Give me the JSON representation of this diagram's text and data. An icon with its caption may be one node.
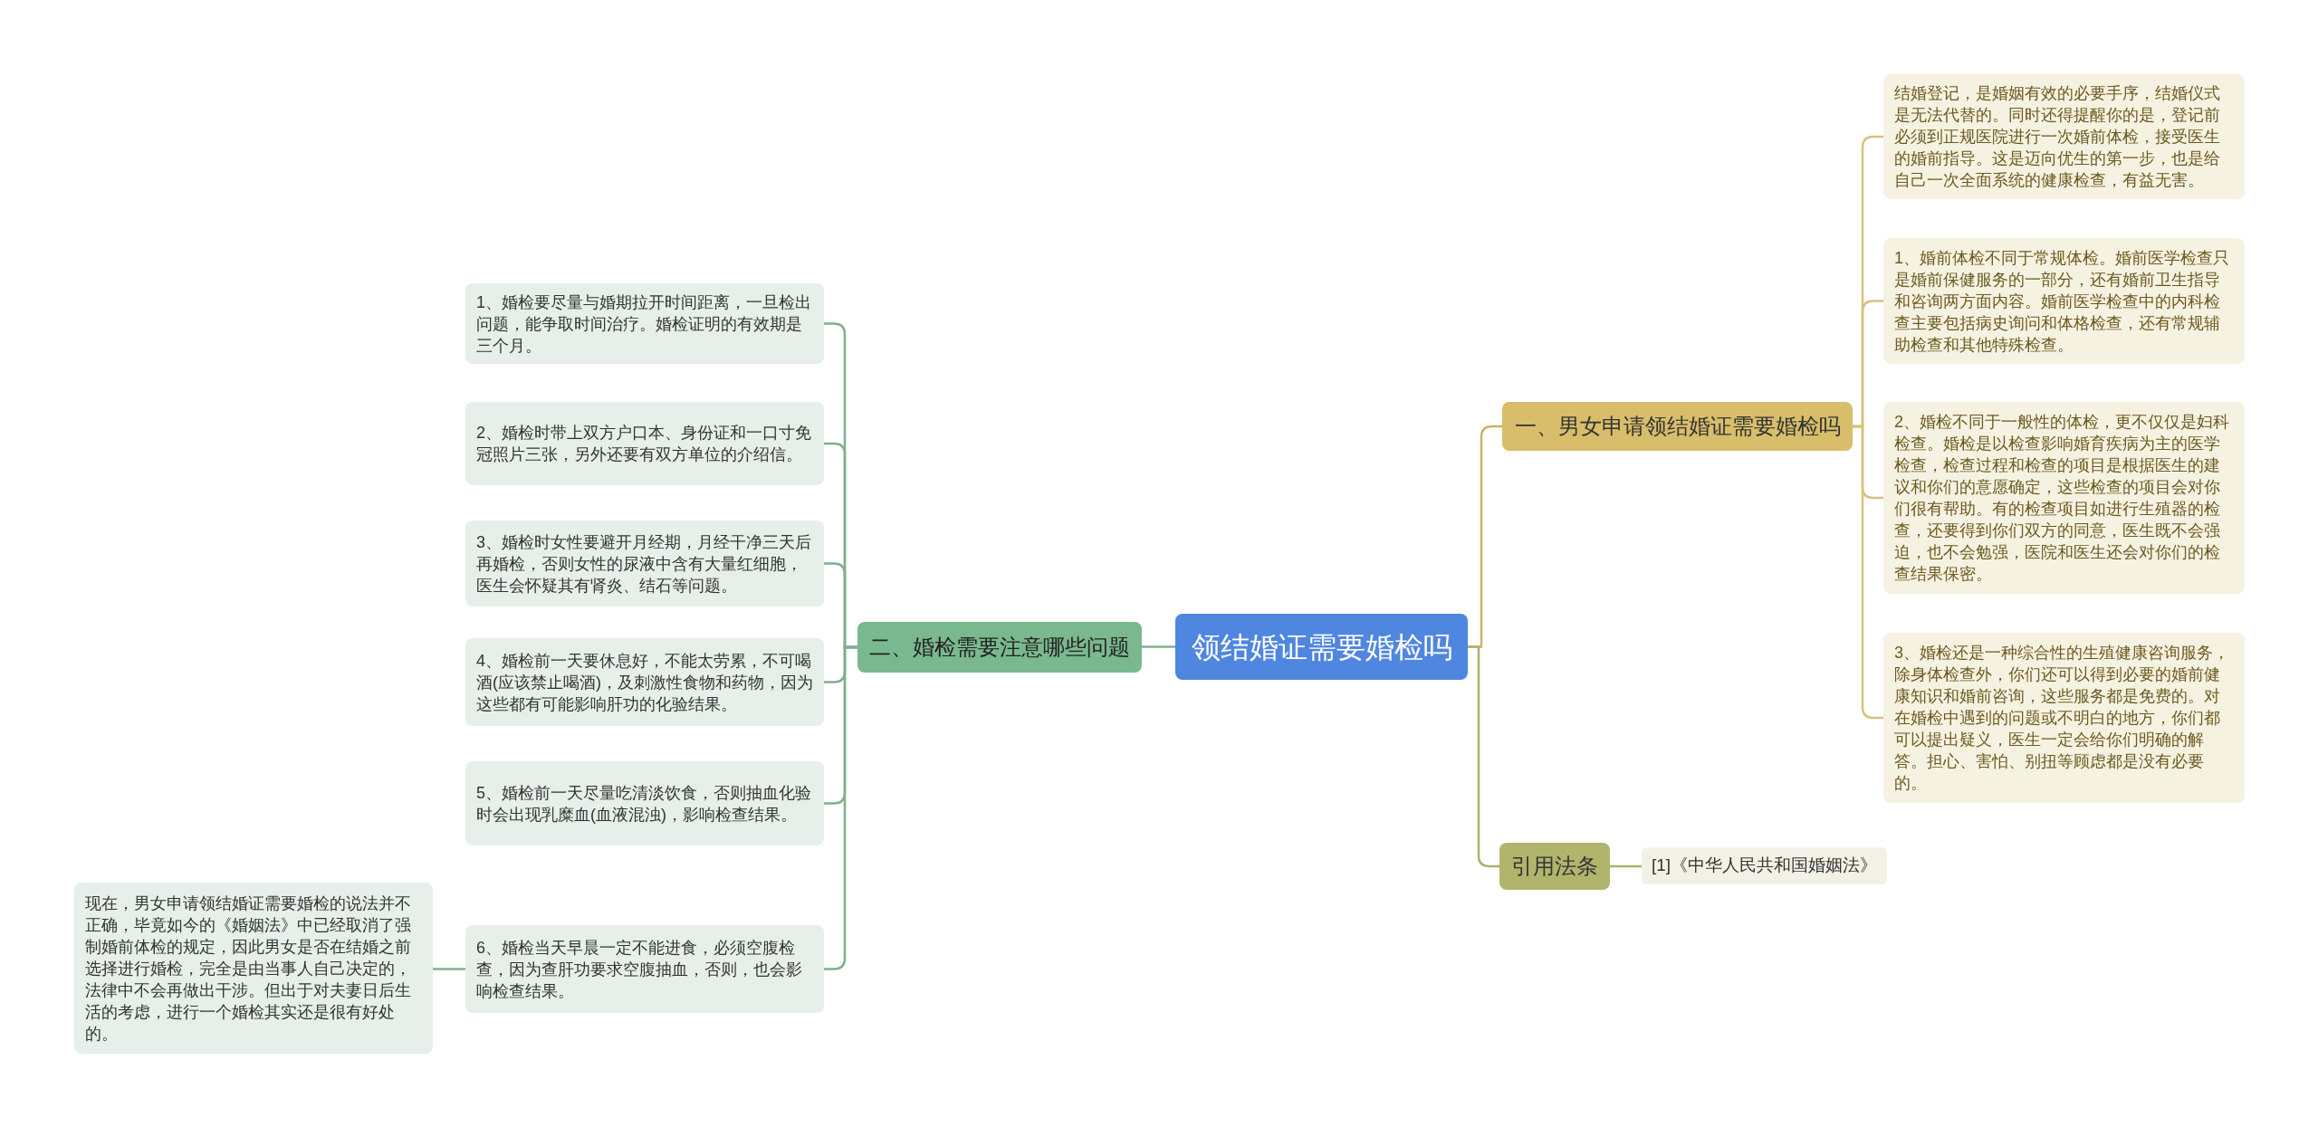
{
  "diagram": {
    "nodes": [
      {
        "text": [
          "领结婚证需要婚检吗"
        ]
      },
      {
        "text": [
          "一、男女申请领结婚证需要婚检吗"
        ]
      },
      {
        "text": [
          "结婚登记，是婚姻有效的必要手序，结婚仪式是无法代替的。同时还得提醒你的是，登记前必须到正规医院进行一次婚前体检，接受医生的婚前指导。这是迈向优生的第一步，也是给自己一次全面系统的健康检查，有益无害。"
        ]
      },
      {
        "text": [
          "1、婚前体检不同于常规体检。婚前医学检查只是婚前保健服务的一部分，还有婚前卫生指导和咨询两方面内容。婚前医学检查中的内科检查主要包括病史询问和体格检查，还有常规辅助检查和其他特殊检查。"
        ]
      },
      {
        "text": [
          "2、婚检不同于一般性的体检，更不仅仅是妇科检查。婚检是以检查影响婚育疾病为主的医学检查，检查过程和检查的项目是根据医生的建议和你们的意愿确定，这些检查的项目会对你们很有帮助。有的检查项目如进行生殖器的检查，还要得到你们双方的同意，医生既不会强迫，也不会勉强，医院和医生还会对你们的检查结果保密。"
        ]
      },
      {
        "text": [
          "3、婚检还是一种综合性的生殖健康咨询服务，除身体检查外，你们还可以得到必要的婚前健康知识和婚前咨询，这些服务都是免费的。对在婚检中遇到的问题或不明白的地方，你们都可以提出疑义，医生一定会给你们明确的解答。担心、害怕、别扭等顾虑都是没有必要的。"
        ]
      },
      {
        "text": [
          "引用法条"
        ]
      },
      {
        "text": [
          "[1]《中华人民共和国婚姻法》"
        ]
      },
      {
        "text": [
          "二、婚检需要注意哪些问题"
        ]
      },
      {
        "text": [
          "1、婚检要尽量与婚期拉开时间距离，一旦检出问题，能争取时间治疗。婚检证明的有效期是三个月。"
        ]
      },
      {
        "text": [
          "2、婚检时带上双方户口本、身份证和一口寸免冠照片三张，另外还要有双方单位的介绍信。"
        ]
      },
      {
        "text": [
          "3、婚检时女性要避开月经期，月经干净三天后再婚检，否则女性的尿液中含有大量红细胞，医生会怀疑其有肾炎、结石等问题。"
        ]
      },
      {
        "text": [
          "4、婚检前一天要休息好，不能太劳累，不可喝酒(应该禁止喝酒)，及刺激性食物和药物，因为这些都有可能影响肝功的化验结果。"
        ]
      },
      {
        "text": [
          "5、婚检前一天尽量吃清淡饮食，否则抽血化验时会出现乳糜血(血液混浊)，影响检查结果。"
        ]
      },
      {
        "text": [
          "6、婚检当天早晨一定不能进食，必须空腹检查，因为查肝功要求空腹抽血，否则，也会影响检查结果。"
        ]
      },
      {
        "text": [
          "现在，男女申请领结婚证需要婚检的说法并不正确，毕竟如今的《婚姻法》中已经取消了强制婚前体检的规定，因此男女是否在结婚之前选择进行婚检，完全是由当事人自己决定的，法律中不会再做出干涉。但出于对夫妻日后生活的考虑，进行一个婚检其实还是很有好处的。"
        ]
      }
    ],
    "edges": [
      {
        "from": 0,
        "to": 1,
        "arrow": "none",
        "color": "#c9b464"
      },
      {
        "from": 1,
        "to": 2,
        "arrow": "none",
        "color": "#d6c27c"
      },
      {
        "from": 1,
        "to": 3,
        "arrow": "none",
        "color": "#d6c27c"
      },
      {
        "from": 1,
        "to": 4,
        "arrow": "none",
        "color": "#d6c27c"
      },
      {
        "from": 1,
        "to": 5,
        "arrow": "none",
        "color": "#d6c27c"
      },
      {
        "from": 0,
        "to": 6,
        "arrow": "none",
        "color": "#aab46a"
      },
      {
        "from": 6,
        "to": 7,
        "arrow": "none",
        "color": "#aab46a"
      },
      {
        "from": 0,
        "to": 8,
        "arrow": "none"
      },
      {
        "from": 8,
        "to": 9,
        "arrow": "none"
      },
      {
        "from": 8,
        "to": 10,
        "arrow": "none"
      },
      {
        "from": 8,
        "to": 11,
        "arrow": "none"
      },
      {
        "from": 8,
        "to": 12,
        "arrow": "none"
      },
      {
        "from": 8,
        "to": 13,
        "arrow": "none"
      },
      {
        "from": 8,
        "to": 14,
        "arrow": "none"
      },
      {
        "from": 14,
        "to": 15,
        "arrow": "none"
      }
    ]
  }
}
